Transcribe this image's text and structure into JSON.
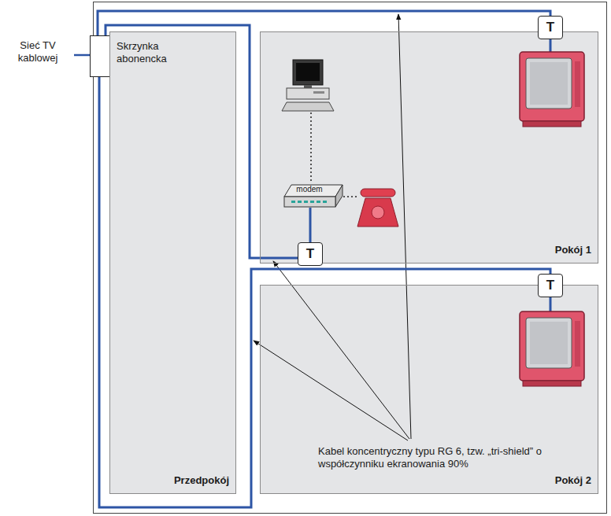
{
  "diagram": {
    "nodes": [
      {
        "text": [
          "Skrzynka abonencka"
        ]
      },
      {
        "text": [
          "Przedpokój"
        ]
      },
      {
        "text": [
          "Pokój 1"
        ]
      },
      {
        "text": [
          "T"
        ]
      },
      {
        "text": [
          "modem"
        ],
        "in": 2
      },
      {
        "text": [
          "T"
        ]
      },
      {
        "text": [
          "Pokój 2"
        ]
      },
      {
        "text": [
          "T"
        ]
      }
    ],
    "edges": [
      {
        "from": 0,
        "to": 3,
        "arrow": "none"
      },
      {
        "from": 0,
        "to": 5,
        "arrow": "none"
      },
      {
        "from": 0,
        "to": 7,
        "arrow": "none"
      },
      {
        "from": 5,
        "to": 4,
        "arrow": "none"
      }
    ],
    "labels": [
      "Sieć TV kablowej",
      "Kabel koncentryczny typu RG 6, tzw. „tri-shield” o współczynniku ekranowania 90%"
    ]
  }
}
